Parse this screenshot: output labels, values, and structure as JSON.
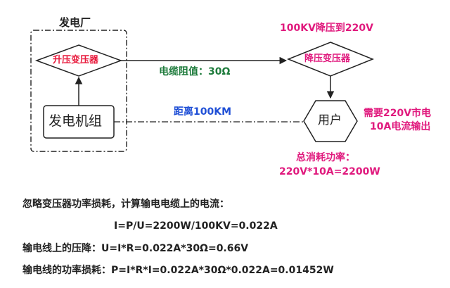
{
  "plant": {
    "title": "发电厂",
    "step_up_transformer": "升压变压器",
    "generator_set": "发电机组"
  },
  "cable": {
    "resistance_label": "电缆阻值：30Ω",
    "distance_label": "距离100KM"
  },
  "step_down": {
    "note": "100KV降压到220V",
    "transformer": "降压变压器"
  },
  "user": {
    "label": "用户",
    "demand_line1": "需要220V市电",
    "demand_line2": "10A电流输出",
    "power_title": "总消耗功率：",
    "power_formula": "220V*10A=2200W"
  },
  "calculation": {
    "intro": "忽略变压器功率损耗，计算输电电缆上的电流：",
    "current": "I=P/U=2200W/100KV=0.022A",
    "voltage_drop": "输电线上的压降：U=I*R=0.022A*30Ω=0.66V",
    "power_loss": "输电线的功率损耗：P=I*R*I=0.022A*30Ω*0.022A=0.01452W"
  },
  "colors": {
    "red": "#e8173a",
    "magenta": "#e0197d",
    "green": "#1e7b3c",
    "blue": "#1f4fd6",
    "text": "#222222",
    "line": "#222222"
  }
}
